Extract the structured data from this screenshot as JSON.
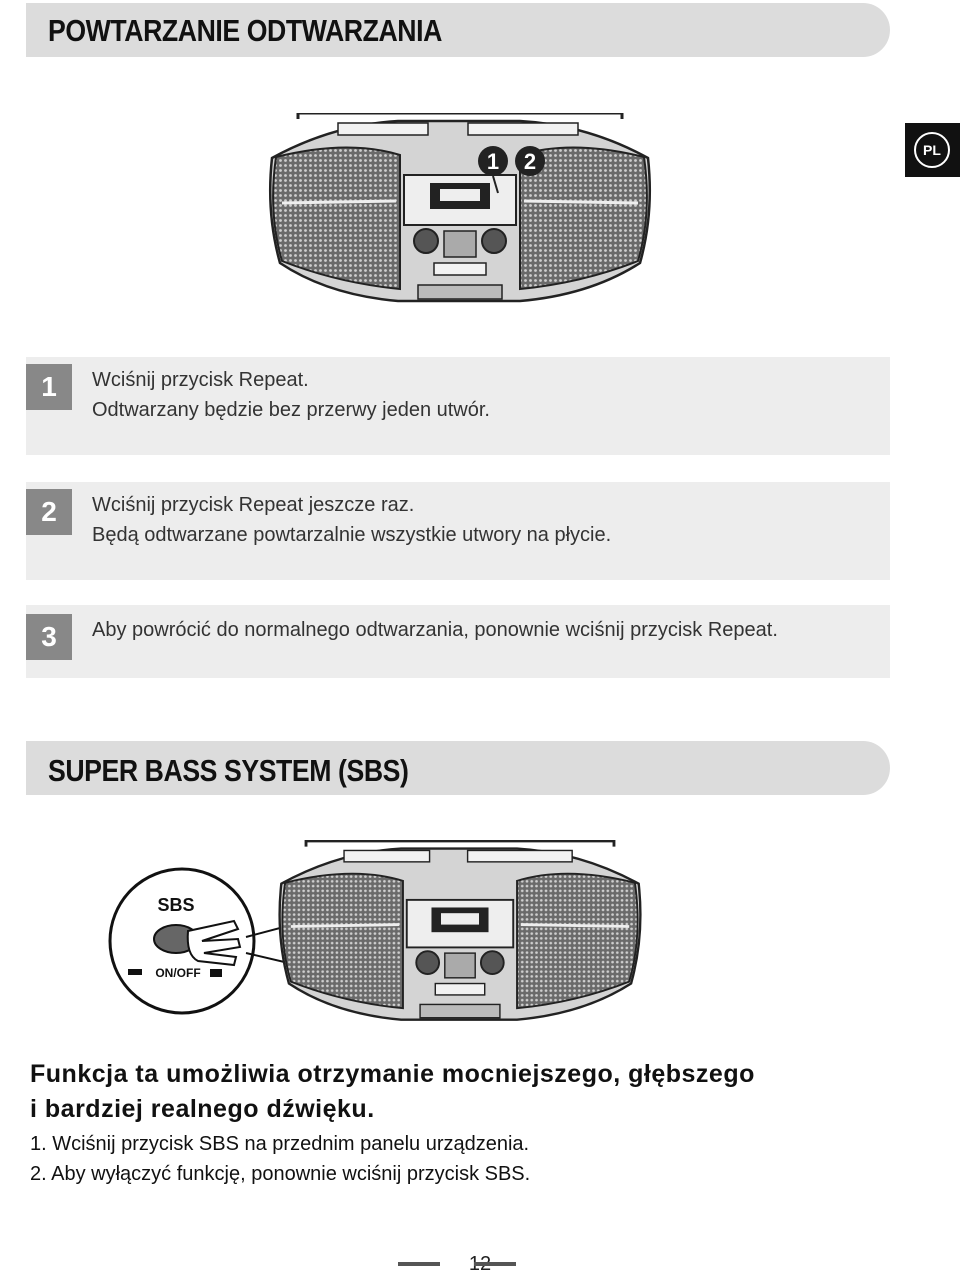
{
  "section1": {
    "title": "POWTARZANIE ODTWARZANIA"
  },
  "lang_badge": "PL",
  "callouts": [
    "1",
    "2"
  ],
  "steps": [
    {
      "number": "1",
      "lines": [
        "Wciśnij przycisk Repeat.",
        "Odtwarzany będzie bez przerwy jeden utwór."
      ]
    },
    {
      "number": "2",
      "lines": [
        "Wciśnij przycisk Repeat jeszcze raz.",
        "Będą odtwarzane powtarzalnie wszystkie utwory na płycie."
      ]
    },
    {
      "number": "3",
      "lines": [
        "Aby powrócić do normalnego odtwarzania, ponownie wciśnij przycisk Repeat."
      ]
    }
  ],
  "section2": {
    "title": "SUPER BASS SYSTEM (SBS)"
  },
  "sbs_callout": {
    "label": "SBS",
    "switch_label": "ON/OFF"
  },
  "sbs_description": {
    "bold_lines": [
      "Funkcja ta umożliwia otrzymanie mocniejszego, głębszego",
      "i bardziej realnego dźwięku."
    ],
    "items": [
      "1. Wciśnij przycisk SBS na przednim panelu urządzenia.",
      "2. Aby wyłączyć funkcję, ponownie wciśnij przycisk SBS."
    ]
  },
  "page_number": "12"
}
